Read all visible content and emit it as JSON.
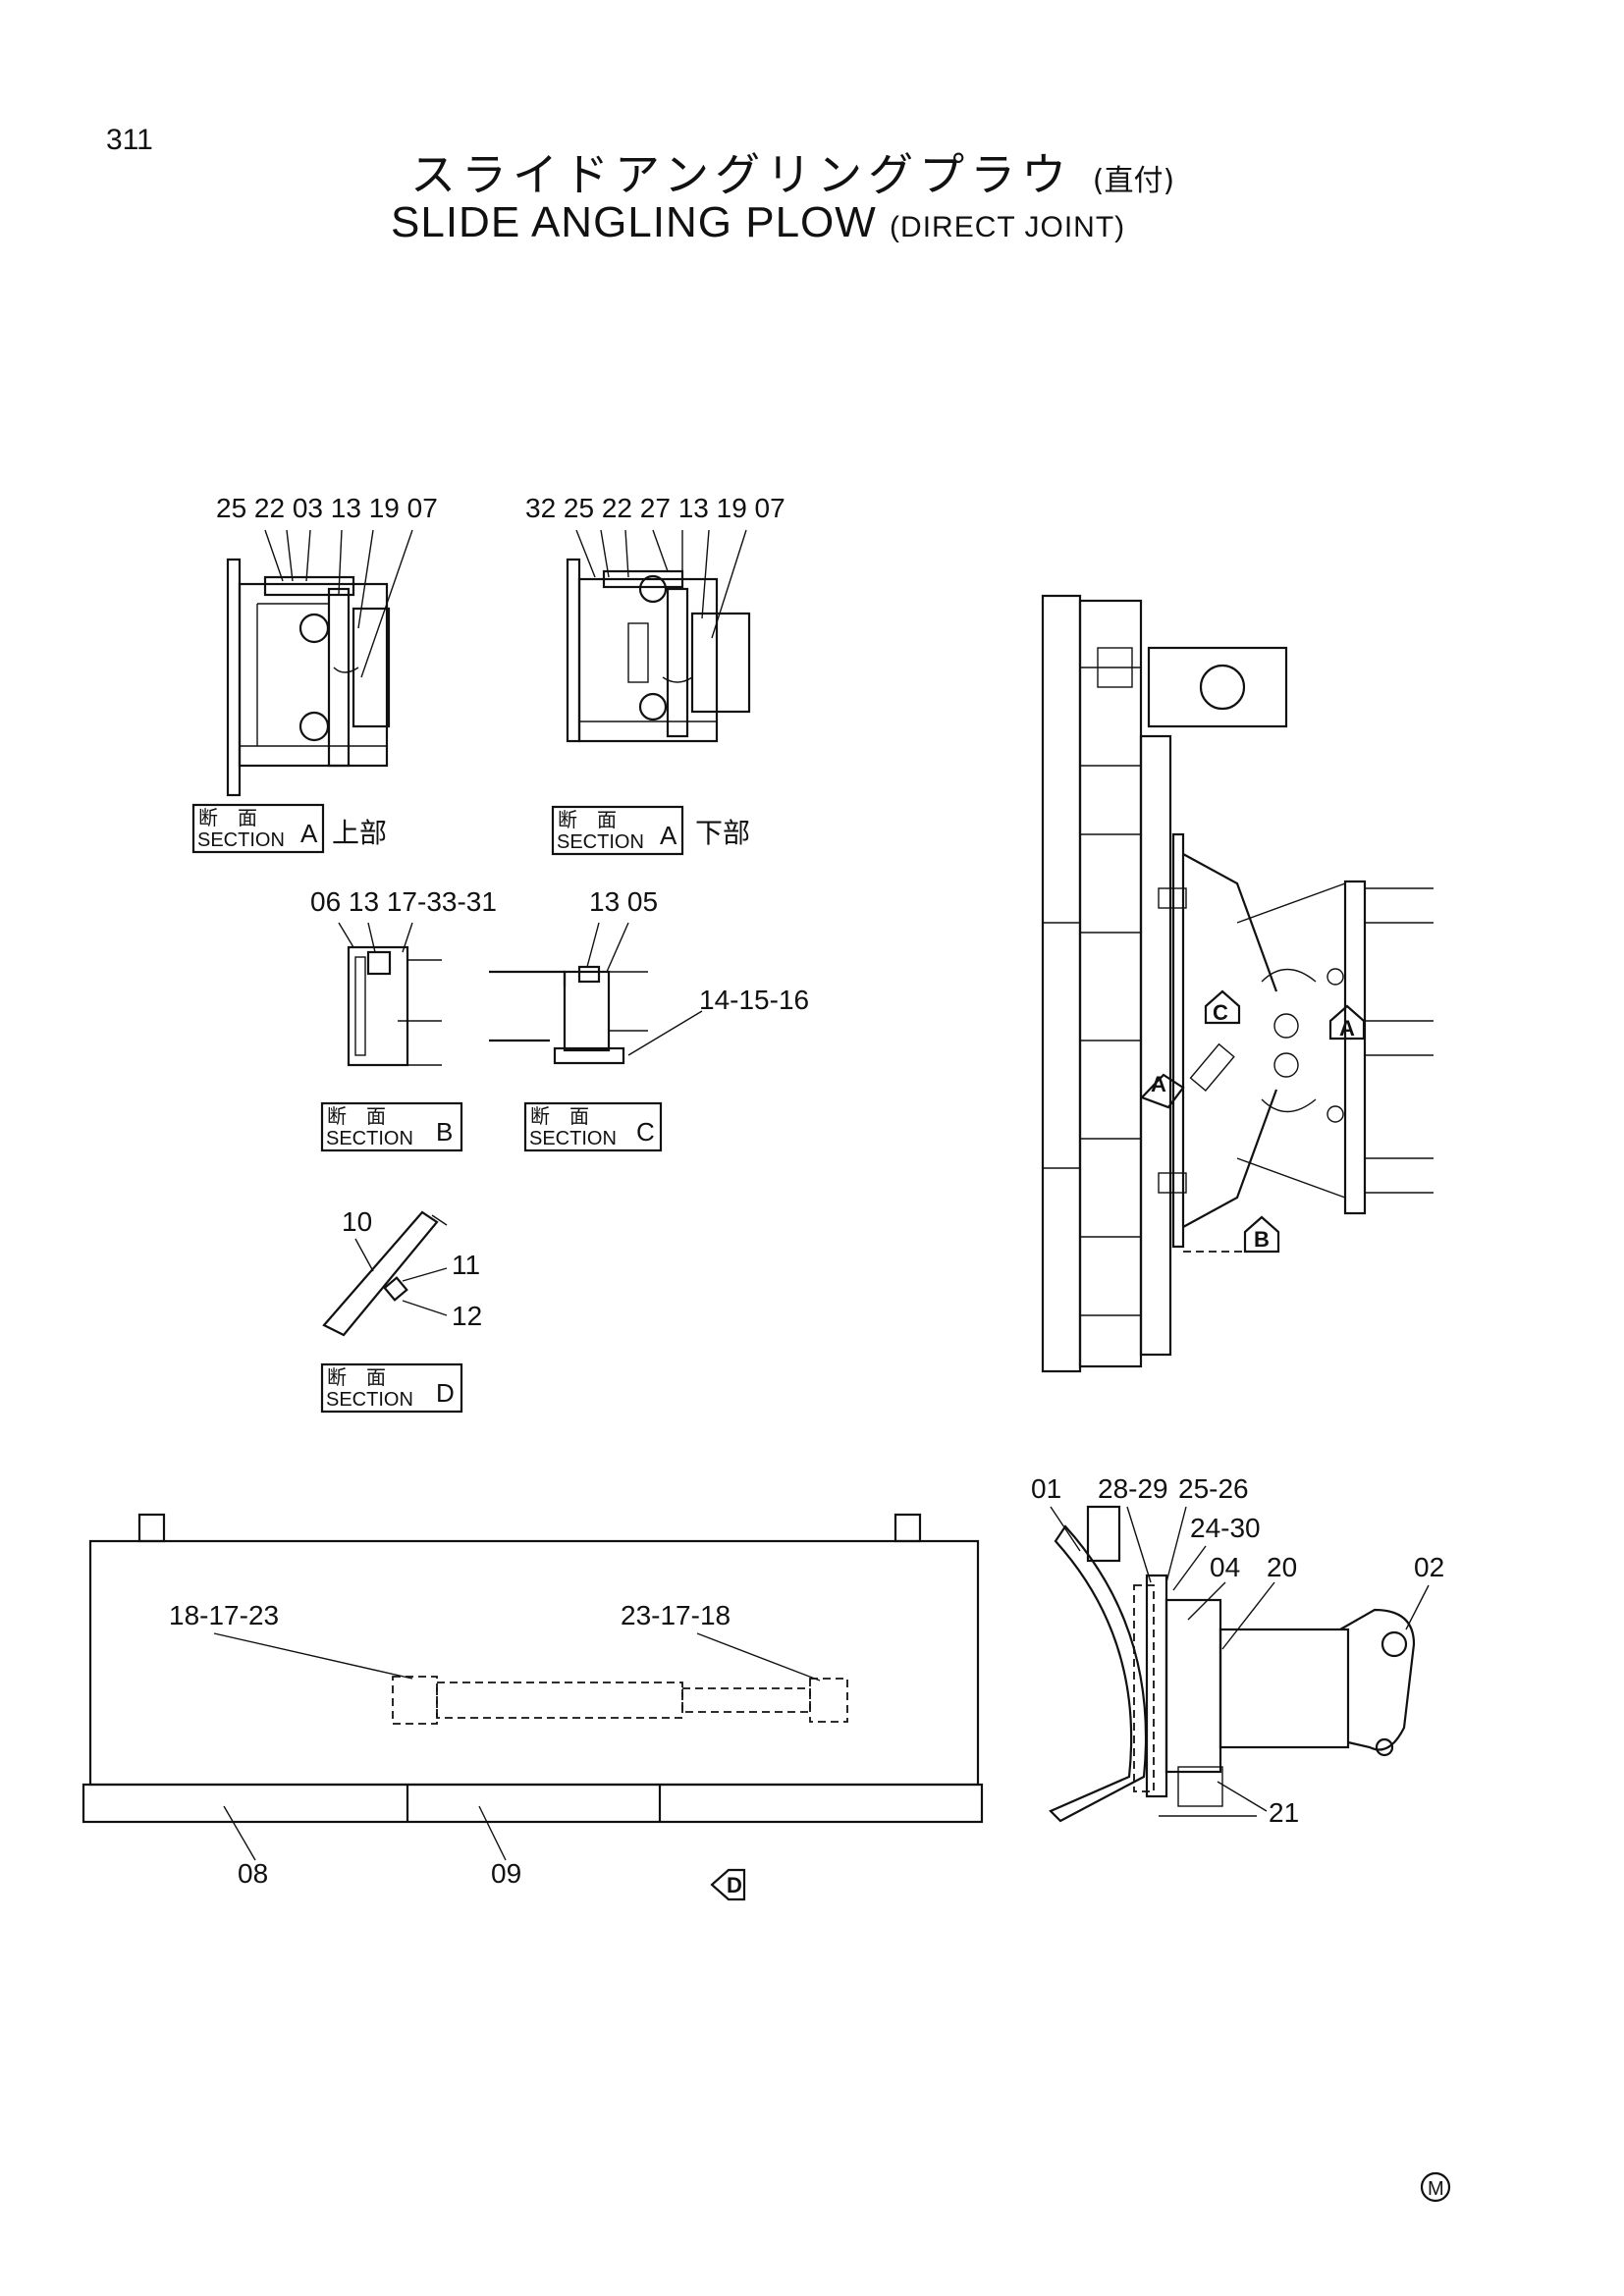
{
  "page_number": "311",
  "title": {
    "japanese": "スライドアングリングプラウ",
    "japanese_sub": "(直付)",
    "english": "SLIDE ANGLING PLOW",
    "english_sub": "(DIRECT JOINT)"
  },
  "section_boxes": [
    {
      "jp": "断　面",
      "en": "SECTION",
      "letter": "A",
      "suffix": "上部"
    },
    {
      "jp": "断　面",
      "en": "SECTION",
      "letter": "A",
      "suffix": "下部"
    },
    {
      "jp": "断　面",
      "en": "SECTION",
      "letter": "B",
      "suffix": ""
    },
    {
      "jp": "断　面",
      "en": "SECTION",
      "letter": "C",
      "suffix": ""
    },
    {
      "jp": "断　面",
      "en": "SECTION",
      "letter": "D",
      "suffix": ""
    }
  ],
  "callouts": {
    "sec_a_upper": "25 22 03 13 19 07",
    "sec_a_lower": "32 25 22 27 13 19 07",
    "sec_b": "06 13   17-33-31",
    "sec_c": "13 05",
    "sec_c_side": "14-15-16",
    "sec_d_10": "10",
    "sec_d_11": "11",
    "sec_d_12": "12",
    "front_left": "18-17-23",
    "front_right": "23-17-18",
    "front_08": "08",
    "front_09": "09",
    "side_01": "01",
    "side_2829": "28-29",
    "side_2526": "25-26",
    "side_2430": "24-30",
    "side_04": "04",
    "side_20": "20",
    "side_02": "02",
    "side_21": "21"
  },
  "view_markers": {
    "c": "C",
    "a_right": "A",
    "a_left": "A",
    "b": "B",
    "d": "D"
  },
  "footer_mark": "M"
}
